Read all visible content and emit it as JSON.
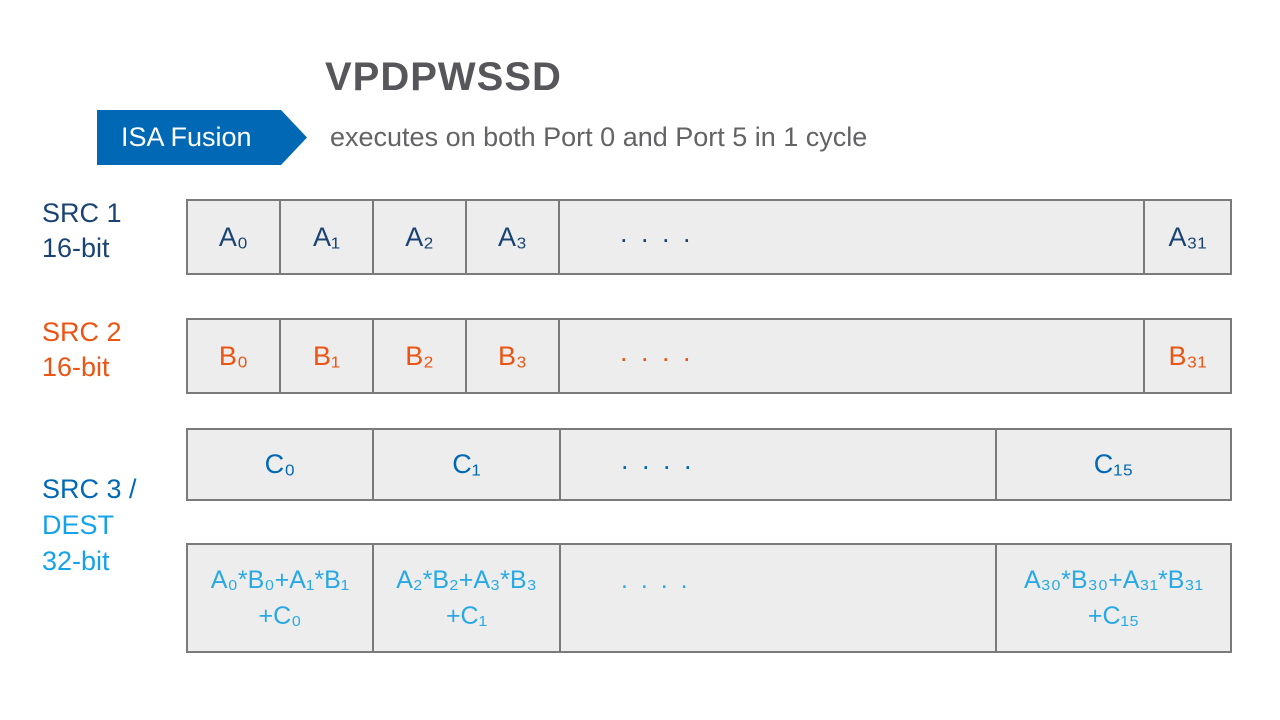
{
  "title": "VPDPWSSD",
  "subtitle": "executes on both Port 0 and Port 5 in 1 cycle",
  "badge": {
    "label": "ISA Fusion"
  },
  "colors": {
    "badge_blue": "#0068b5",
    "src1_navy": "#1a4373",
    "src2_orange": "#eb5413",
    "src3_blue": "#0068b5",
    "dest_light_blue": "#29a9e4",
    "cell_background": "#ededed",
    "cell_border": "#7a7a7a",
    "title_gray": "#57575b"
  },
  "rows": {
    "src1": {
      "label_line1": "SRC 1",
      "label_line2": "16-bit",
      "cells": [
        "A₀",
        "A₁",
        "A₂",
        "A₃",
        ". . . .",
        "A₃₁"
      ]
    },
    "src2": {
      "label_line1": "SRC 2",
      "label_line2": "16-bit",
      "cells": [
        "B₀",
        "B₁",
        "B₂",
        "B₃",
        ". . . .",
        "B₃₁"
      ]
    },
    "src3_label": {
      "line1": "SRC 3 /",
      "line2": "DEST",
      "line3": "32-bit"
    },
    "src3": {
      "cells": [
        "C₀",
        "C₁",
        ". . . .",
        "C₁₅"
      ]
    },
    "dest": {
      "cells": [
        {
          "line1": "A₀*B₀+A₁*B₁",
          "line2": "+C₀"
        },
        {
          "line1": "A₂*B₂+A₃*B₃",
          "line2": "+C₁"
        },
        {
          "line1": ". . . .",
          "line2": ""
        },
        {
          "line1": "A₃₀*B₃₀+A₃₁*B₃₁",
          "line2": "+C₁₅"
        }
      ]
    }
  }
}
